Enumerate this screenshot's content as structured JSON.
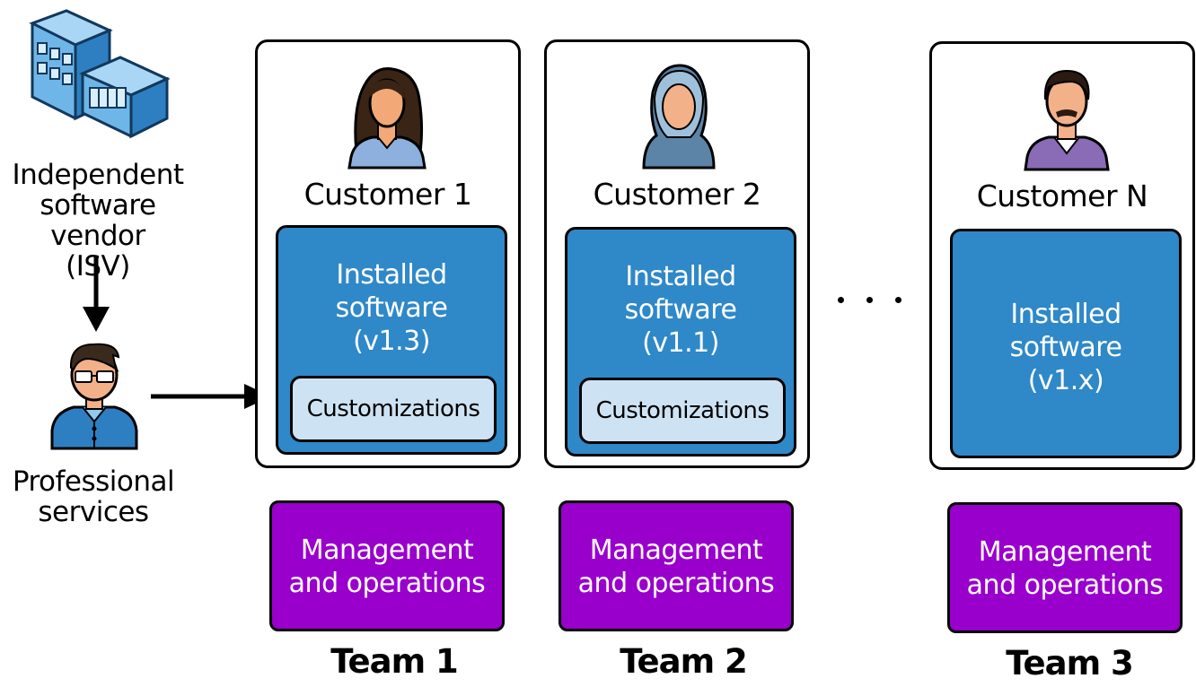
{
  "isv": {
    "line1": "Independent",
    "line2": "software vendor",
    "line3": "(ISV)",
    "icon": "building-icon"
  },
  "pro_services": {
    "line1": "Professional",
    "line2": "services",
    "icon": "consultant-icon"
  },
  "customers": [
    {
      "name": "Customer 1",
      "sw1": "Installed",
      "sw2": "software",
      "version": "(v1.3)",
      "customizations": "Customizations",
      "icon": "woman-customer-icon"
    },
    {
      "name": "Customer 2",
      "sw1": "Installed",
      "sw2": "software",
      "version": "(v1.1)",
      "customizations": "Customizations",
      "icon": "hijab-customer-icon"
    },
    {
      "name": "Customer N",
      "sw1": "Installed",
      "sw2": "software",
      "version": "(v1.x)",
      "icon": "man-customer-icon"
    }
  ],
  "teams": [
    {
      "mgmt1": "Management",
      "mgmt2": "and operations",
      "label": "Team 1"
    },
    {
      "mgmt1": "Management",
      "mgmt2": "and operations",
      "label": "Team 2"
    },
    {
      "mgmt1": "Management",
      "mgmt2": "and operations",
      "label": "Team 3"
    }
  ],
  "colors": {
    "software": "#2f88c8",
    "customizations": "#cde3f3",
    "management": "#9900cc"
  }
}
